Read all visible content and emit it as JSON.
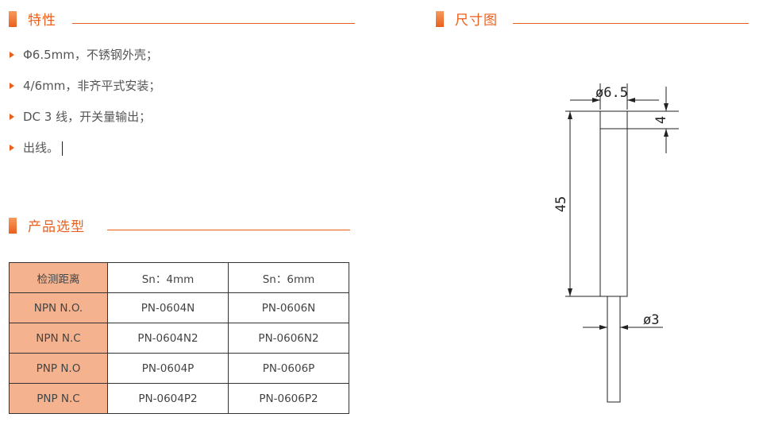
{
  "sections": {
    "features": "特性",
    "dimensions": "尺寸图",
    "selection": "产品选型"
  },
  "features": [
    "Φ6.5mm，不锈钢外壳；",
    "4/6mm，非齐平式安装；",
    "DC 3 线，开关量输出；",
    "出线。"
  ],
  "table": {
    "header": [
      "检测距离",
      "Sn：4mm",
      "Sn：6mm"
    ],
    "rows": [
      [
        "NPN N.O.",
        "PN-0604N",
        "PN-0606N"
      ],
      [
        "NPN N.C",
        "PN-0604N2",
        "PN-0606N2"
      ],
      [
        "PNP N.O",
        "PN-0604P",
        "PN-0606P"
      ],
      [
        "PNP N.C",
        "PN-0604P2",
        "PN-0606P2"
      ]
    ]
  },
  "drawing": {
    "diameter_label": "ø6.5",
    "length_label": "45",
    "nose_label": "4",
    "cable_label": "ø3"
  },
  "colors": {
    "accent": "#ea5f1d",
    "header_cell": "#f4b28e"
  }
}
